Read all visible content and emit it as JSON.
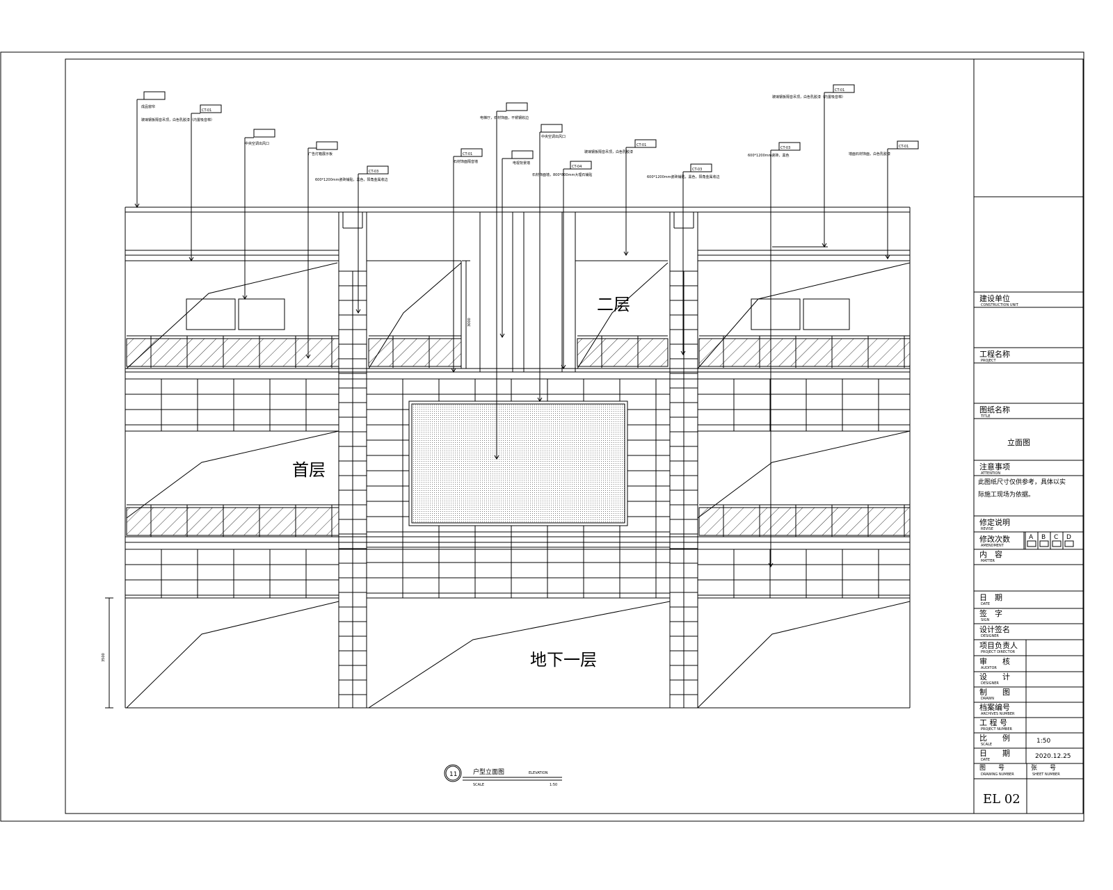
{
  "drawing": {
    "floor_labels": {
      "second": "二层",
      "first": "首层",
      "basement": "地下一层"
    },
    "dimensions": {
      "upper_height": "3000",
      "basement_height": "3500"
    },
    "callouts": [
      {
        "tag": "",
        "text": "成品窗帘"
      },
      {
        "tag": "CT-01",
        "text": "玻璃钢板隔音吊顶，白色乳胶漆（内置吸音棉）"
      },
      {
        "tag": "",
        "text": "中央空调出风口"
      },
      {
        "tag": "",
        "text": "广告灯箱展示板"
      },
      {
        "tag": "CT-03",
        "text": "600*1200mm瓷砖铺贴，黑色，阳角金属收边"
      },
      {
        "tag": "CT-01",
        "text": "石材饰面隔音墙"
      },
      {
        "tag": "",
        "text": "电梯厅，石材饰面，不锈钢收边"
      },
      {
        "tag": "",
        "text": "电视背景墙"
      },
      {
        "tag": "",
        "text": "中央空调出风口"
      },
      {
        "tag": "CT-04",
        "text": "石材饰面墙，800*800mm大理石铺贴"
      },
      {
        "tag": "CT-01",
        "text": "玻璃钢板隔音吊顶，白色乳胶漆"
      },
      {
        "tag": "CT-03",
        "text": "600*1200mm瓷砖铺贴，黑色，阳角金属收边"
      },
      {
        "tag": "CT-01",
        "text": "玻璃钢板隔音吊顶，白色乳胶漆（内置吸音棉）"
      },
      {
        "tag": "CT-03",
        "text": "600*1200mm瓷砖，黑色"
      },
      {
        "tag": "CT-01",
        "text": "墙面石材饰面，白色乳胶漆"
      }
    ],
    "title": {
      "number": "11",
      "name": "户型立面图",
      "name_en": "ELEVATION",
      "scale_label": "SCALE",
      "scale": "1:50"
    }
  },
  "title_block": {
    "client": {
      "label": "建设单位",
      "sub": "CONSTRUCTION UNIT"
    },
    "project": {
      "label": "工程名称",
      "sub": "PROJECT"
    },
    "drawing_title": {
      "label": "图纸名称",
      "sub": "TITLE",
      "value": "立面图"
    },
    "notes": {
      "label": "注意事项",
      "sub": "ATTENTION",
      "value1": "此图纸尺寸仅供参考，具体以实",
      "value2": "际施工现场为依据。"
    },
    "revision": {
      "label": "修定说明",
      "sub": "REVISE"
    },
    "amendment": {
      "label": "修改次数",
      "sub": "AMENDMENT",
      "cols": [
        "A",
        "B",
        "C",
        "D"
      ]
    },
    "content": {
      "label": "内　容",
      "sub": "MATTER"
    },
    "date1": {
      "label": "日　期",
      "sub": "DATE"
    },
    "sign": {
      "label": "签　字",
      "sub": "SIGN"
    },
    "designer_sign": {
      "label": "设计签名",
      "sub": "DESIGNER"
    },
    "director": {
      "label": "项目负责人",
      "sub": "PROJECT DIRECTOR"
    },
    "auditor": {
      "label": "审　　核",
      "sub": "AUDITOR"
    },
    "designer": {
      "label": "设　　计",
      "sub": "DESIGNER"
    },
    "drawn": {
      "label": "制　　图",
      "sub": "DRAWN"
    },
    "archive": {
      "label": "档案编号",
      "sub": "ARCHIVES NUMBER"
    },
    "project_no": {
      "label": "工 程 号",
      "sub": "PROJECT NUMBER"
    },
    "scale": {
      "label": "比　　例",
      "sub": "SCALE",
      "value": "1:50"
    },
    "date2": {
      "label": "日　　期",
      "sub": "DATE",
      "value": "2020.12.25"
    },
    "drawing_no": {
      "label": "图　　号",
      "sub": "DRAWING NUMBER",
      "value": "EL 02"
    },
    "sheet_no": {
      "label": "张　　号",
      "sub": "SHEET NUMBER"
    }
  }
}
